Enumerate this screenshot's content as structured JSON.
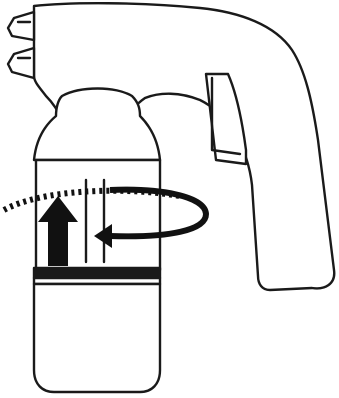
{
  "diagram": {
    "type": "instruction-illustration",
    "subject": "spray-gun-container-attach",
    "colors": {
      "background": "#ffffff",
      "stroke": "#1a1a1a",
      "fill": "#ffffff",
      "arrow": "#111111"
    },
    "parts": [
      {
        "name": "spray-gun-body"
      },
      {
        "name": "gun-nozzle"
      },
      {
        "name": "trigger"
      },
      {
        "name": "bottle-collar"
      },
      {
        "name": "container-cup"
      }
    ],
    "arrows": [
      {
        "name": "push-up-arrow",
        "direction": "up"
      },
      {
        "name": "twist-arrow",
        "direction": "clockwise"
      }
    ]
  }
}
